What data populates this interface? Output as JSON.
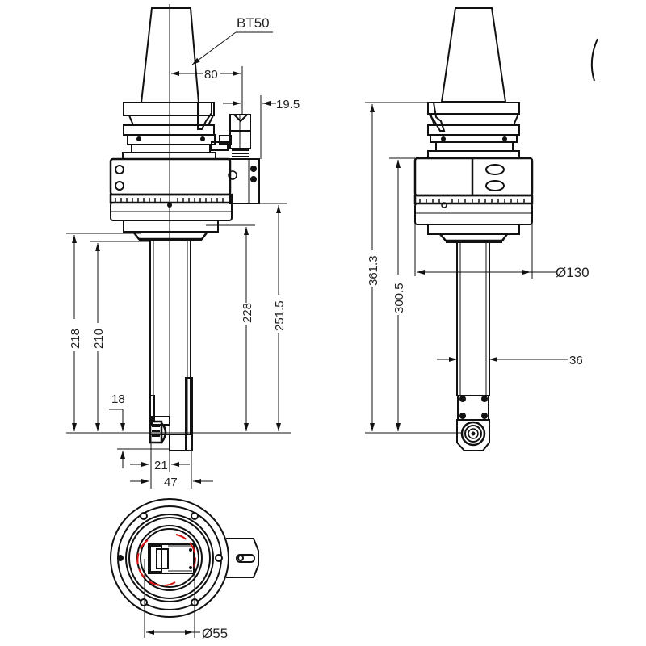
{
  "drawing": {
    "title": "BT50 angle head technical drawing",
    "views": [
      "front-view",
      "side-view",
      "bottom-view"
    ],
    "front_view": {
      "taper_label": "BT50",
      "dims": {
        "offset_80": "80",
        "offset_19_5": "19.5",
        "height_218": "218",
        "height_210": "210",
        "height_228": "228",
        "height_251_5": "251.5",
        "dim_18": "18",
        "dim_21": "21",
        "dim_47": "47"
      }
    },
    "side_view": {
      "dims": {
        "height_361_3": "361.3",
        "height_300_5": "300.5",
        "diameter_130": "Ø130",
        "width_36": "36"
      }
    },
    "bottom_view": {
      "dims": {
        "diameter_55": "Ø55"
      }
    },
    "colors": {
      "line": "#111111",
      "highlight": "#dd1111",
      "background": "#ffffff"
    }
  }
}
